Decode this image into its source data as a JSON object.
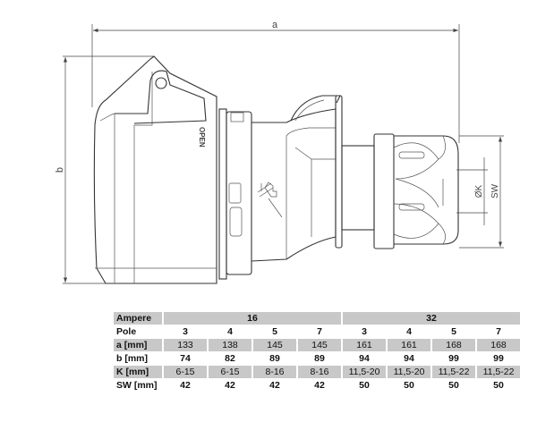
{
  "drawing": {
    "dim_a": "a",
    "dim_b": "b",
    "dim_k": "ØK",
    "dim_sw": "SW",
    "open_label": "OPEN"
  },
  "table": {
    "ampere_label": "Ampere",
    "ampere_values": [
      "16",
      "32"
    ],
    "rows": [
      {
        "label": "Pole",
        "values": [
          "3",
          "4",
          "5",
          "7",
          "3",
          "4",
          "5",
          "7"
        ]
      },
      {
        "label": "a [mm]",
        "values": [
          "133",
          "138",
          "145",
          "145",
          "161",
          "161",
          "168",
          "168"
        ]
      },
      {
        "label": "b [mm]",
        "values": [
          "74",
          "82",
          "89",
          "89",
          "94",
          "94",
          "99",
          "99"
        ]
      },
      {
        "label": "K [mm]",
        "values": [
          "6-15",
          "6-15",
          "8-16",
          "8-16",
          "11,5-20",
          "11,5-20",
          "11,5-22",
          "11,5-22"
        ]
      },
      {
        "label": "SW [mm]",
        "values": [
          "42",
          "42",
          "42",
          "42",
          "50",
          "50",
          "50",
          "50"
        ]
      }
    ]
  }
}
